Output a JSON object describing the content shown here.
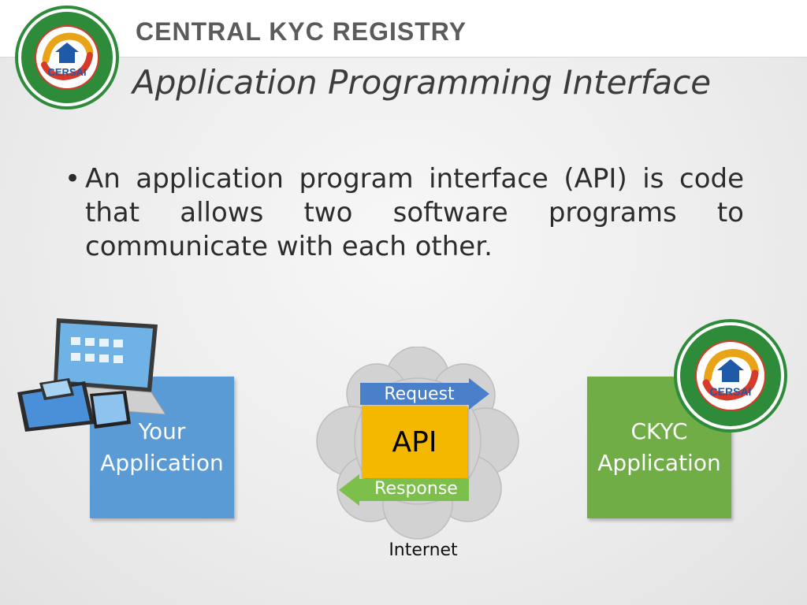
{
  "header": {
    "registry_title": "CENTRAL KYC REGISTRY",
    "slide_title": "Application Programming Interface",
    "logo_text": "CERSAI"
  },
  "bullet": {
    "marker": "•",
    "text": "An application program interface (API) is code that allows two software programs to communicate with each other."
  },
  "diagram": {
    "left_box": {
      "line1": "Your",
      "line2": "Application"
    },
    "right_box": {
      "line1": "CKYC",
      "line2": "Application"
    },
    "api_label": "API",
    "request_label": "Request",
    "response_label": "Response",
    "internet_label": "Internet",
    "right_logo_text": "CERSAI"
  },
  "colors": {
    "left_box": "#5b9bd5",
    "right_box": "#70ad47",
    "api_box": "#f5b800",
    "request_arrow": "#4a7fc9",
    "response_arrow": "#7cbf4a",
    "cloud": "#d2d2d2",
    "logo_green": "#2e8b3a",
    "logo_red": "#d63a2a"
  },
  "icons": {
    "top_logo": "cersai-seal-icon",
    "right_logo": "cersai-seal-icon",
    "devices": "devices-laptop-tablet-phone-icon",
    "cloud": "cloud-icon"
  }
}
